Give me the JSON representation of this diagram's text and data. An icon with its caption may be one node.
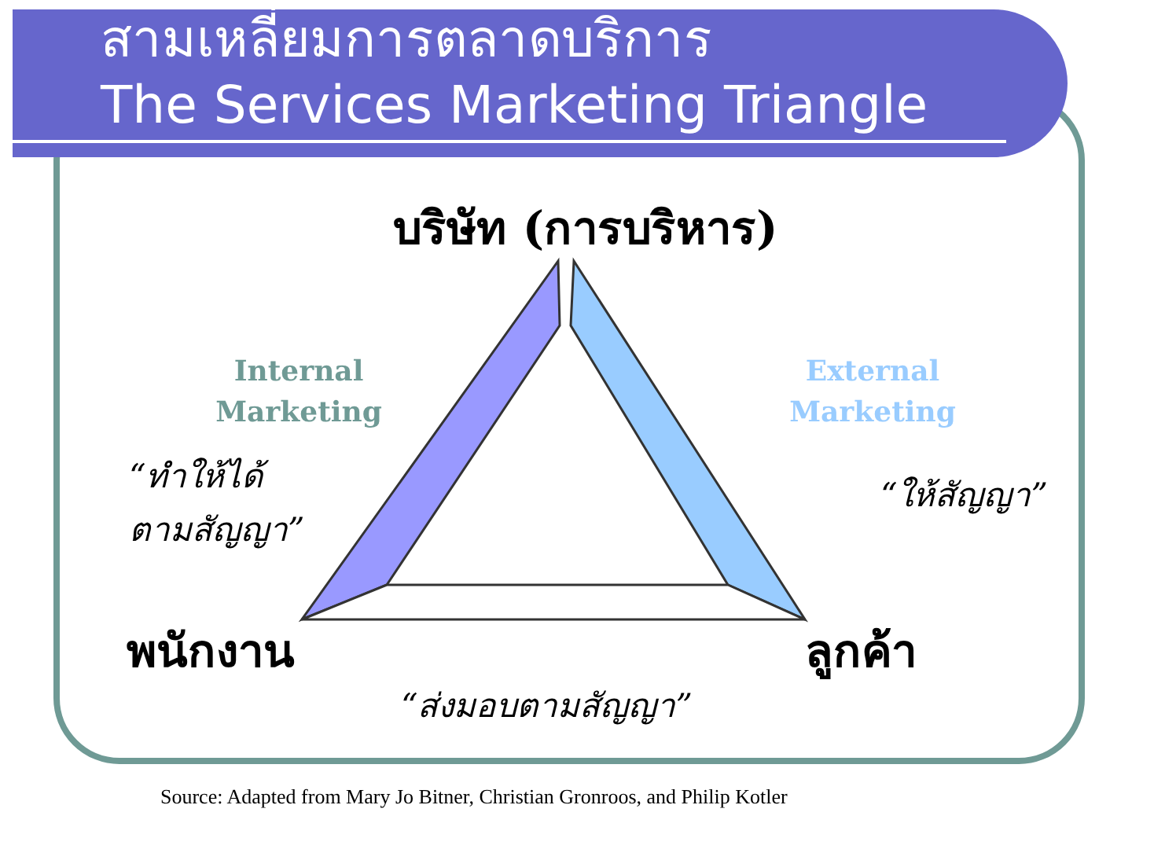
{
  "diagram": {
    "title": "สามเหลี่ยมการตลาดบริการ",
    "caption": "Source: Adapted from Mary Jo Bitner, Christian Gronroos, and Philip Kotler",
    "nodes": [
      {
        "text": [
          "บริษัท (การบริหาร)"
        ]
      },
      {
        "text": [
          "พนักงาน"
        ]
      },
      {
        "text": [
          "ลูกค้า"
        ]
      }
    ],
    "edges": [
      {
        "from": 0,
        "to": 1,
        "arrow": "none",
        "style": "thick",
        "color": "#9999ff",
        "label": "Internal Marketing"
      },
      {
        "from": 0,
        "to": 2,
        "arrow": "none",
        "style": "thick",
        "color": "#99ccff",
        "label": "External Marketing"
      },
      {
        "from": 1,
        "to": 2,
        "arrow": "none",
        "style": "thick",
        "color": "#ffffff"
      }
    ],
    "labels": [
      "The Services Marketing Triangle",
      "“ทำให้ได้ ตามสัญญา”",
      "“ให้สัญญา”",
      "“ส่งมอบตามสัญญา”"
    ]
  }
}
